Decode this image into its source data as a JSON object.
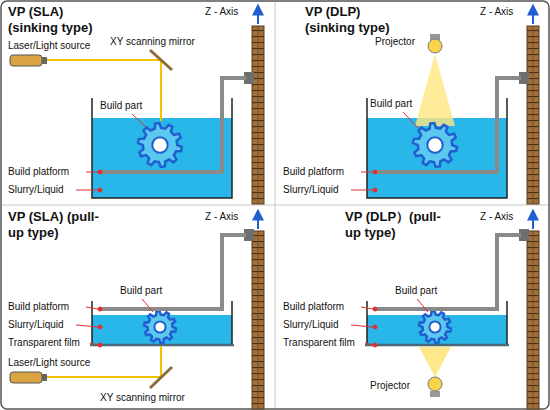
{
  "diagram": {
    "labels": [
      "VP (SLA) (sinking type)",
      "Z - Axis",
      "Laser/Light source",
      "XY scanning mirror",
      "Build part",
      "Build platform",
      "Slurry/Liquid",
      "VP (DLP) (sinking type)",
      "Z - Axis",
      "Projector",
      "Build part",
      "Build platform",
      "Slurry/Liquid",
      "VP (SLA) (pull-up type)",
      "Z - Axis",
      "Build part",
      "Build platform",
      "Slurry/Liquid",
      "Transparent film",
      "Laser/Light source",
      "XY scanning mirror",
      "VP (DLP）(pull-up type)",
      "Z - Axis",
      "Build part",
      "Build platform",
      "Slurry/Liquid",
      "Transparent film",
      "Projector"
    ]
  }
}
